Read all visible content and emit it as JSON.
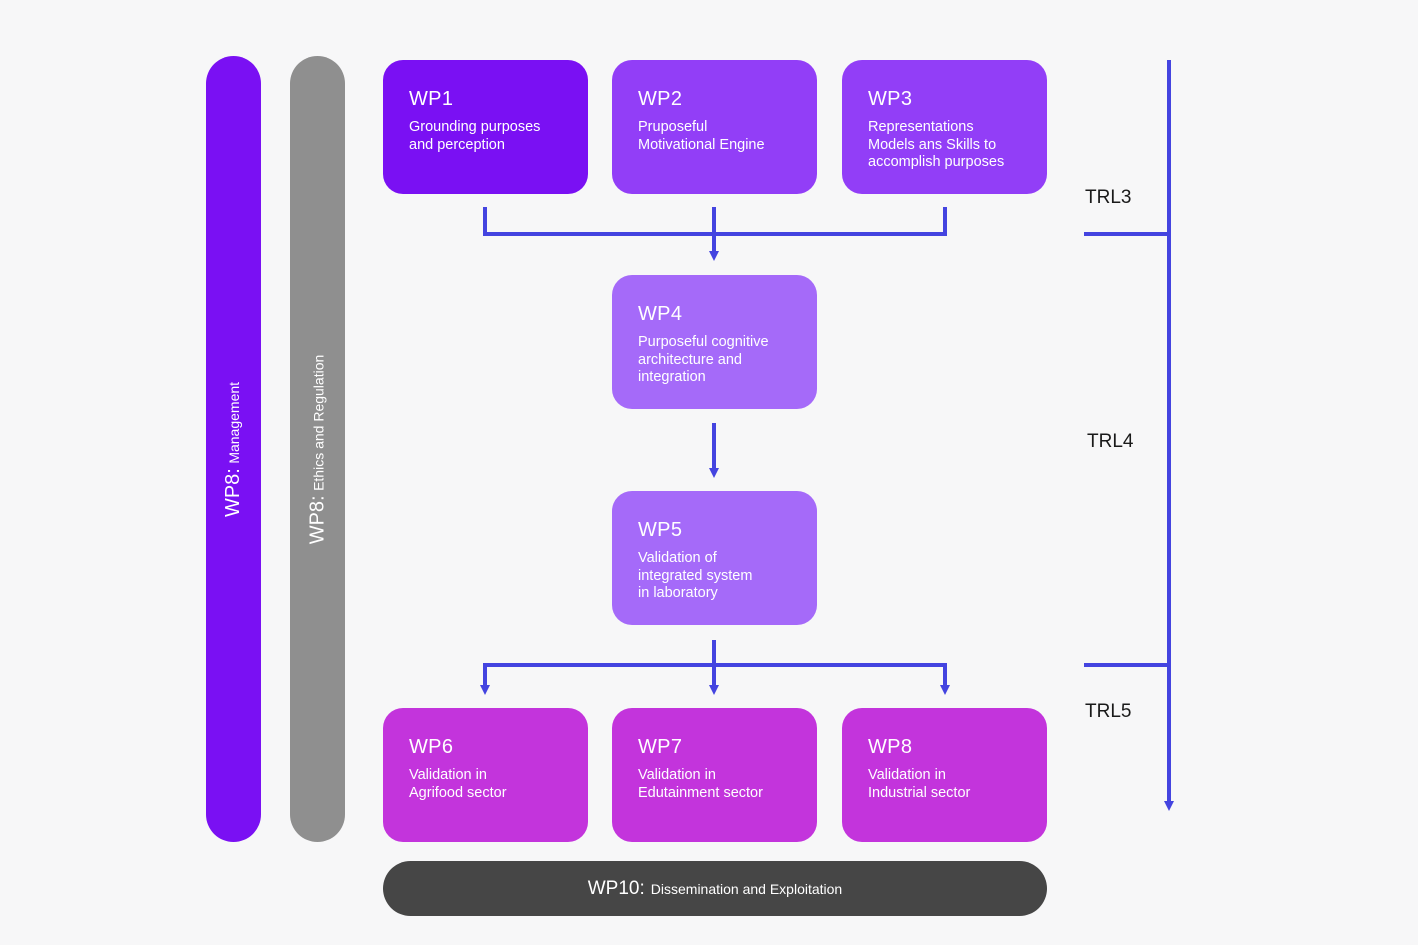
{
  "side_bars": {
    "management": {
      "code": "WP8:",
      "desc": "Management"
    },
    "ethics": {
      "code": "WP8:",
      "desc": "Ethics and Regulation"
    }
  },
  "work_packages": {
    "wp1": {
      "title": "WP1",
      "text": "Grounding purposes\nand perception"
    },
    "wp2": {
      "title": "WP2",
      "text": "Pruposeful\nMotivational Engine"
    },
    "wp3": {
      "title": "WP3",
      "text": "Representations\nModels ans Skills to\naccomplish purposes"
    },
    "wp4": {
      "title": "WP4",
      "text": "Purposeful cognitive\narchitecture  and\nintegration"
    },
    "wp5": {
      "title": "WP5",
      "text": "Validation of\nintegrated system\nin laboratory"
    },
    "wp6": {
      "title": "WP6",
      "text": "Validation in\nAgrifood sector"
    },
    "wp7": {
      "title": "WP7",
      "text": "Validation in\nEdutainment sector"
    },
    "wp8": {
      "title": "WP8",
      "text": "Validation in\nIndustrial sector"
    }
  },
  "bottom_bar": {
    "code": "WP10:",
    "desc": "Dissemination and Exploitation"
  },
  "trl": {
    "trl3": "TRL3",
    "trl4": "TRL4",
    "trl5": "TRL5"
  },
  "colors": {
    "arrow": "#4444e0",
    "wp1": "#7a10f3",
    "wp2_wp3": "#923ef7",
    "wp4_wp5": "#a56af9",
    "wp6_wp8": "#c334dc",
    "ethics_bar": "#8f8f8f",
    "bottom_bar": "#464646"
  }
}
